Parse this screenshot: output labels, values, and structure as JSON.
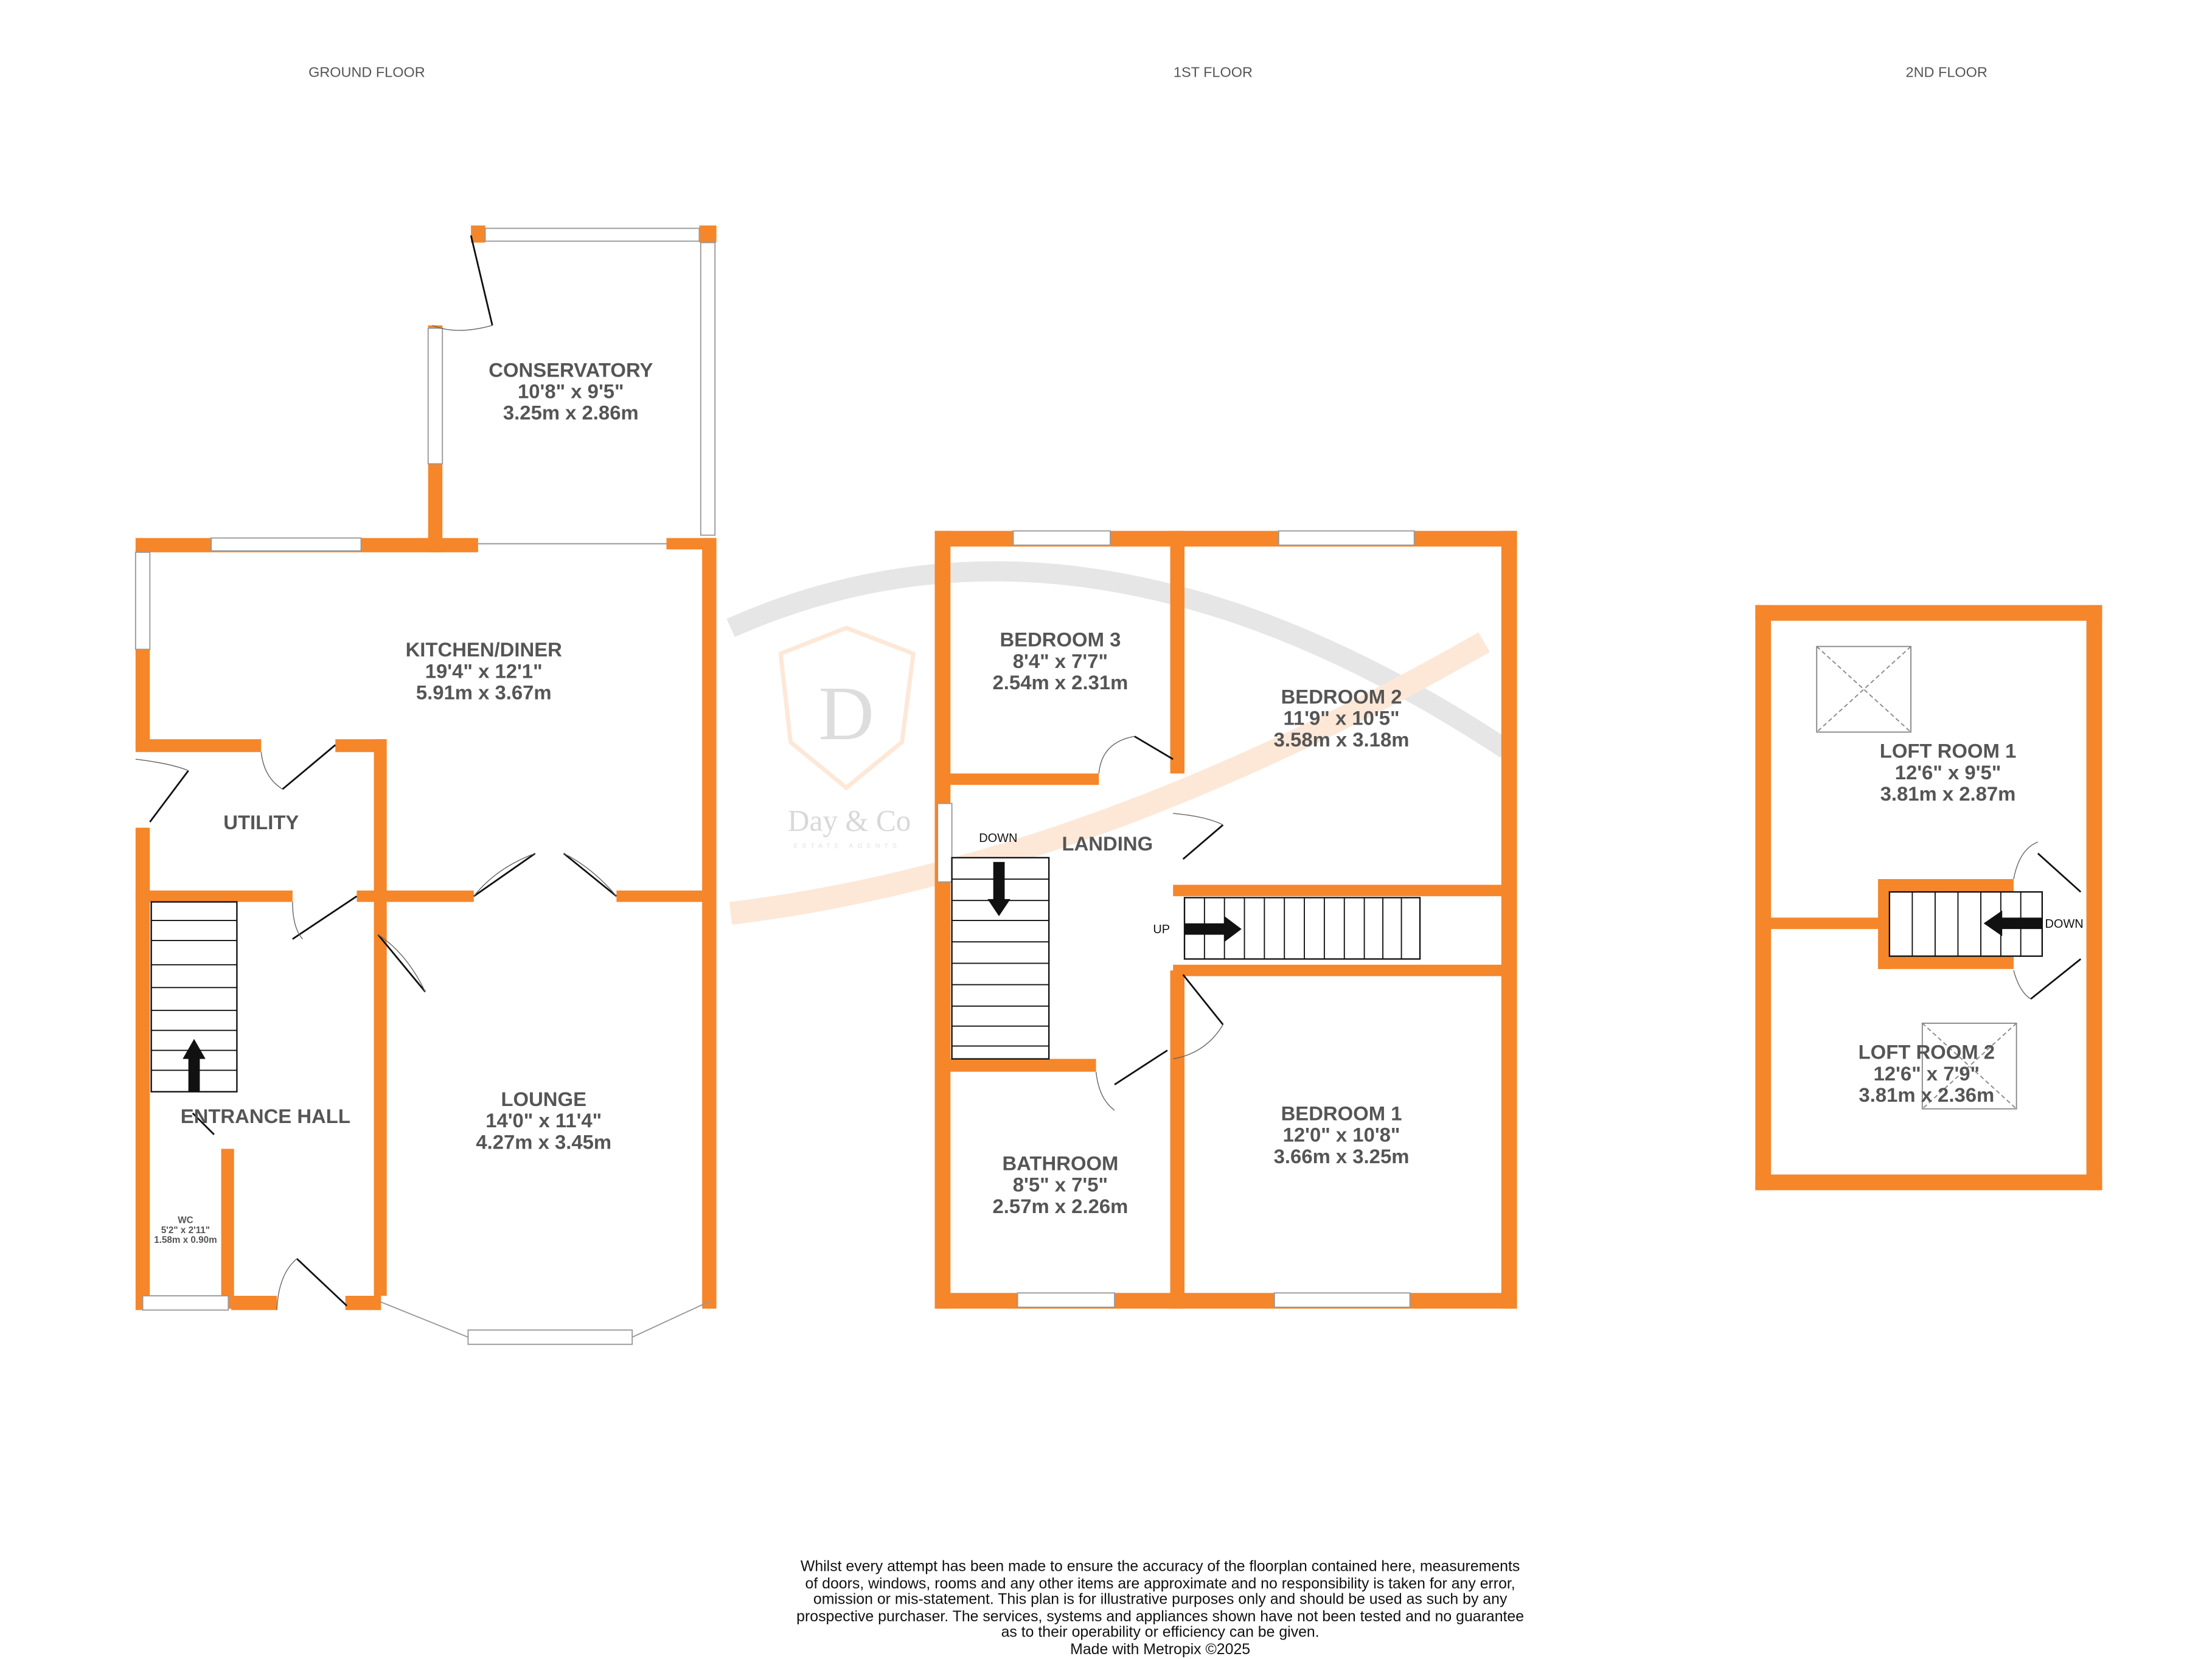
{
  "floors": {
    "ground": {
      "title": "GROUND FLOOR"
    },
    "first": {
      "title": "1ST FLOOR"
    },
    "second": {
      "title": "2ND FLOOR"
    }
  },
  "rooms": {
    "conservatory": {
      "name": "CONSERVATORY",
      "imperial": "10'8\"  x 9'5\"",
      "metric": "3.25m  x 2.86m"
    },
    "kitchen": {
      "name": "KITCHEN/DINER",
      "imperial": "19'4\"  x 12'1\"",
      "metric": "5.91m  x 3.67m"
    },
    "utility": {
      "name": "UTILITY"
    },
    "entrance_hall": {
      "name": "ENTRANCE HALL"
    },
    "wc": {
      "name": "WC",
      "imperial": "5'2\"  x 2'11\"",
      "metric": "1.58m  x 0.90m"
    },
    "lounge": {
      "name": "LOUNGE",
      "imperial": "14'0\"  x 11'4\"",
      "metric": "4.27m  x 3.45m"
    },
    "bedroom3": {
      "name": "BEDROOM 3",
      "imperial": "8'4\"  x 7'7\"",
      "metric": "2.54m  x 2.31m"
    },
    "bedroom2": {
      "name": "BEDROOM 2",
      "imperial": "11'9\"  x 10'5\"",
      "metric": "3.58m  x 3.18m"
    },
    "landing": {
      "name": "LANDING"
    },
    "bathroom": {
      "name": "BATHROOM",
      "imperial": "8'5\"  x 7'5\"",
      "metric": "2.57m  x 2.26m"
    },
    "bedroom1": {
      "name": "BEDROOM 1",
      "imperial": "12'0\"  x 10'8\"",
      "metric": "3.66m  x 3.25m"
    },
    "loft1": {
      "name": "LOFT ROOM 1",
      "imperial": "12'6\"  x 9'5\"",
      "metric": "3.81m  x 2.87m"
    },
    "loft2": {
      "name": "LOFT ROOM 2",
      "imperial": "12'6\"  x 7'9\"",
      "metric": "3.81m  x 2.36m"
    }
  },
  "stairs": {
    "first_down": "DOWN",
    "first_up": "UP",
    "second_down": "DOWN"
  },
  "watermark": {
    "name": "Day & Co",
    "subtitle": "ESTATE AGENTS",
    "letter": "D"
  },
  "colors": {
    "wall": "#f5862a",
    "text": "#555555",
    "window": "#999999"
  },
  "disclaimer": {
    "lines": [
      "Whilst every attempt has been made to ensure the accuracy of the floorplan contained here, measurements",
      "of doors, windows, rooms and any other items are approximate and no responsibility is taken for any error,",
      "omission or mis-statement. This plan is for illustrative purposes only and should be used as such by any",
      "prospective purchaser. The services, systems and appliances shown have not been tested and no guarantee",
      "as to their operability or efficiency can be given."
    ],
    "credit": "Made with Metropix ©2025"
  }
}
